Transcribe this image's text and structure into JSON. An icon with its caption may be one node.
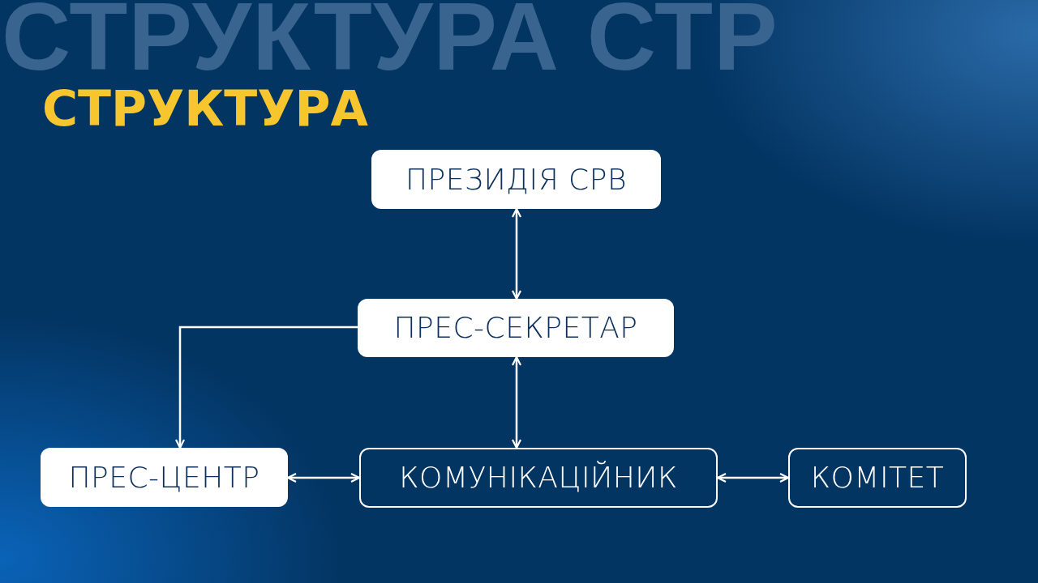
{
  "diagram": {
    "title": "СТРУКТУРА",
    "nodes": [
      {
        "text": [
          "ПРЕЗИДІЯ СРВ"
        ]
      },
      {
        "text": [
          "ПРЕС-СЕКРЕТАР"
        ]
      },
      {
        "text": [
          "ПРЕС-ЦЕНТР"
        ]
      },
      {
        "text": [
          "КОМУНІКАЦІЙНИК"
        ]
      },
      {
        "text": [
          "КОМІТЕТ"
        ]
      }
    ],
    "edges": [
      {
        "from": 0,
        "to": 1,
        "arrow": "both"
      },
      {
        "from": 1,
        "to": 2,
        "arrow": "to"
      },
      {
        "from": 1,
        "to": 3,
        "arrow": "both"
      },
      {
        "from": 2,
        "to": 3,
        "arrow": "both"
      },
      {
        "from": 3,
        "to": 4,
        "arrow": "both"
      }
    ],
    "labels": [
      "СТРУКТУРА СТР"
    ]
  }
}
